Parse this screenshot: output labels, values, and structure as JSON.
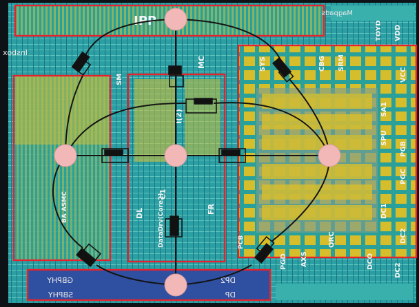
{
  "colors": {
    "die_teal": "#2fa8a2",
    "die_teal_dark": "#1f7d83",
    "gold": "#d9bf2a",
    "region_border": "#e8222c",
    "node_fill": "#f2b8b8",
    "wire": "#141414",
    "pad_blue": "#2c3f8c"
  },
  "labels": {
    "top_left": "IPP",
    "top_right_mirror": "Magpads",
    "left_mirror": "Insbox",
    "mid_left": "SM",
    "mid_center_top": "MC",
    "mid_center_c": "C1",
    "mid_center_d": "DL",
    "mid_center_fr": "FR",
    "mid_center_rot": "DataDrv(Core2)",
    "mid_center_i": "I(2)",
    "left_bottom": "BA ASMC",
    "right_top_1": "SYS",
    "right_top_2": "CBG",
    "right_top_3": "TOYD",
    "right_top_4": "VDD",
    "right_top_5": "SRM",
    "right_top_6": "VCC",
    "right_mid_1": "SA1",
    "right_mid_2": "SPU",
    "right_mid_3": "PGB",
    "right_mid_4": "PGC",
    "right_mid_5": "DC1",
    "right_mid_6": "DC2",
    "right_bot_1": "PCB",
    "right_bot_2": "DCO",
    "right_bot_3": "QRC",
    "right_bot_4": "DC2",
    "right_bot_5": "AXS",
    "right_bot_6": "PGD",
    "bottom_strip_1": "SBPHY",
    "bottom_strip_2": "GBPHY",
    "bottom_strip_3": "DP2",
    "bottom_strip_4": "DP"
  }
}
